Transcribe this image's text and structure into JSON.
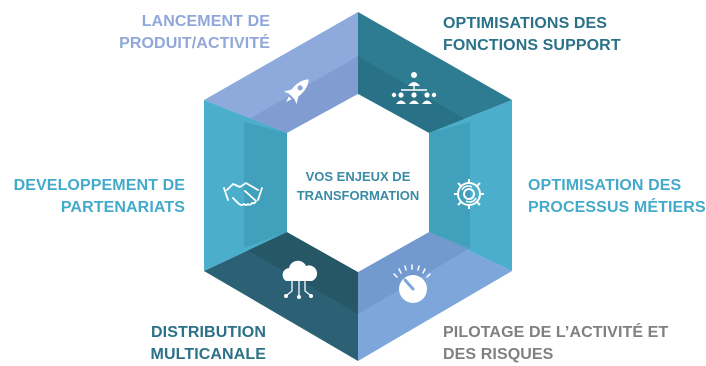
{
  "center": {
    "line1": "VOS ENJEUX DE",
    "line2": "TRANSFORMATION"
  },
  "colors": {
    "periwinkle": "#8EA9DB",
    "teal_dark": "#2E7C91",
    "cyan": "#4BAFCB",
    "navy_teal": "#2C6074",
    "light_blue": "#7DA6DB",
    "label_periwinkle": "#8FA8D9",
    "label_teal": "#2B7187",
    "label_cyan": "#44AACB",
    "label_grey": "#808080"
  },
  "segments": [
    {
      "id": "lancement",
      "label_lines": [
        "LANCEMENT DE",
        "PRODUIT/ACTIVITÉ"
      ],
      "icon": "rocket-icon",
      "label_color": "#8FA8D9"
    },
    {
      "id": "optimisations-support",
      "label_lines": [
        "OPTIMISATIONS DES",
        "FONCTIONS SUPPORT"
      ],
      "icon": "org-chart-icon",
      "label_color": "#2B7187"
    },
    {
      "id": "optimisation-processus",
      "label_lines": [
        "OPTIMISATION DES",
        "PROCESSUS MÉTIERS"
      ],
      "icon": "gear-process-icon",
      "label_color": "#44AACB"
    },
    {
      "id": "pilotage",
      "label_lines": [
        "PILOTAGE DE L’ACTIVITÉ ET",
        "DES RISQUES"
      ],
      "icon": "gauge-icon",
      "label_color": "#808080"
    },
    {
      "id": "distribution",
      "label_lines": [
        "DISTRIBUTION",
        "MULTICANALE"
      ],
      "icon": "cloud-network-icon",
      "label_color": "#2B7187"
    },
    {
      "id": "partenariats",
      "label_lines": [
        "DEVELOPPEMENT DE",
        "PARTENARIATS"
      ],
      "icon": "handshake-icon",
      "label_color": "#44AACB"
    }
  ]
}
